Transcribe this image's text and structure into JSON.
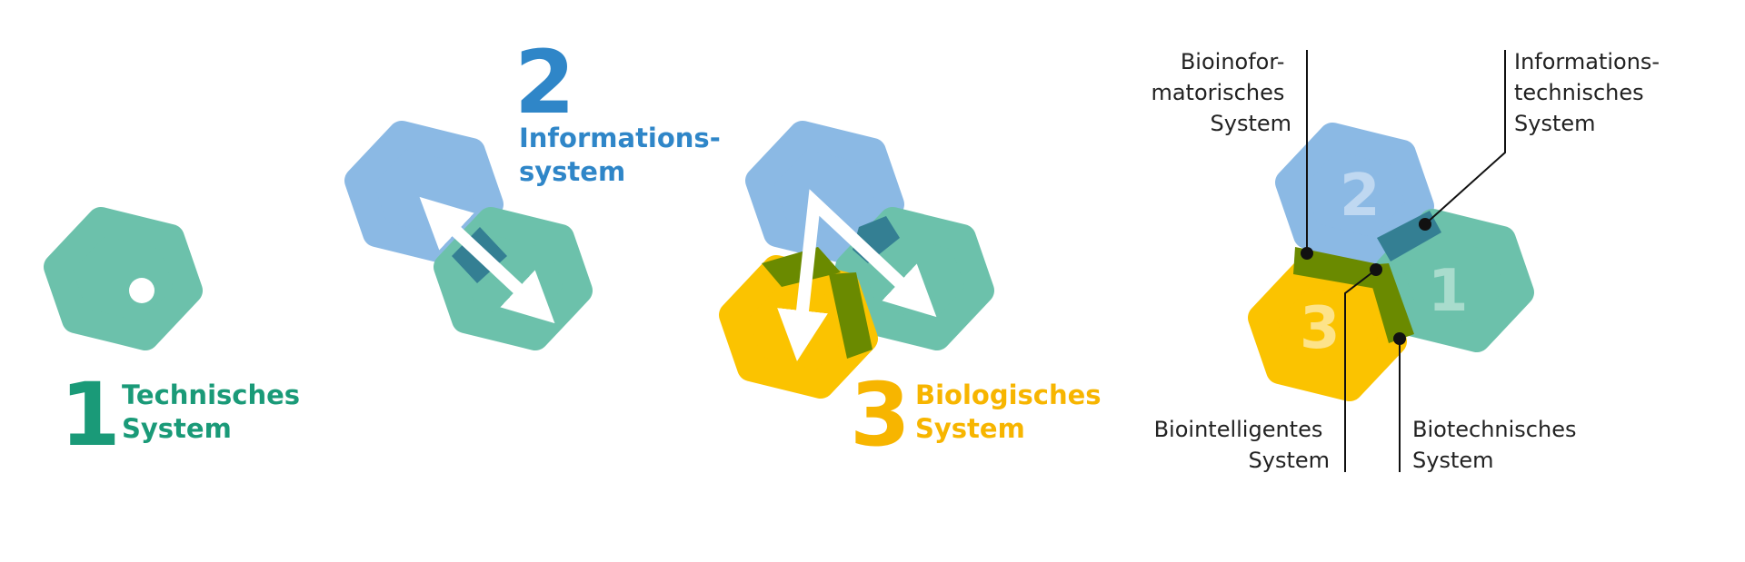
{
  "colors": {
    "technical": "#6cc1ab",
    "technical_text": "#1a9a78",
    "information": "#8bb9e4",
    "information_text": "#2f86c8",
    "biological": "#fbc300",
    "biological_text": "#f7b500",
    "overlap_info_tech": "#347f93",
    "overlap_bio": "#6a8a00",
    "arrow": "#ffffff",
    "leader": "#111111"
  },
  "panel1": {
    "number": "1",
    "caption_line1": "Technisches",
    "caption_line2": "System"
  },
  "panel2": {
    "number": "2",
    "caption_line1": "Informations-",
    "caption_line2": "system"
  },
  "panel3": {
    "number": "3",
    "caption_line1": "Biologisches",
    "caption_line2": "System"
  },
  "panel4": {
    "hex_numbers": {
      "information": "2",
      "technical": "1",
      "biological": "3"
    },
    "labels": {
      "bioinformatic": [
        "Bioinofor-",
        "matorisches",
        "System"
      ],
      "informationtech": [
        "Informations-",
        "technisches",
        "System"
      ],
      "biointelligent": [
        "Biointelligentes",
        "System"
      ],
      "biotechnical": [
        "Biotechnisches",
        "System"
      ]
    }
  }
}
